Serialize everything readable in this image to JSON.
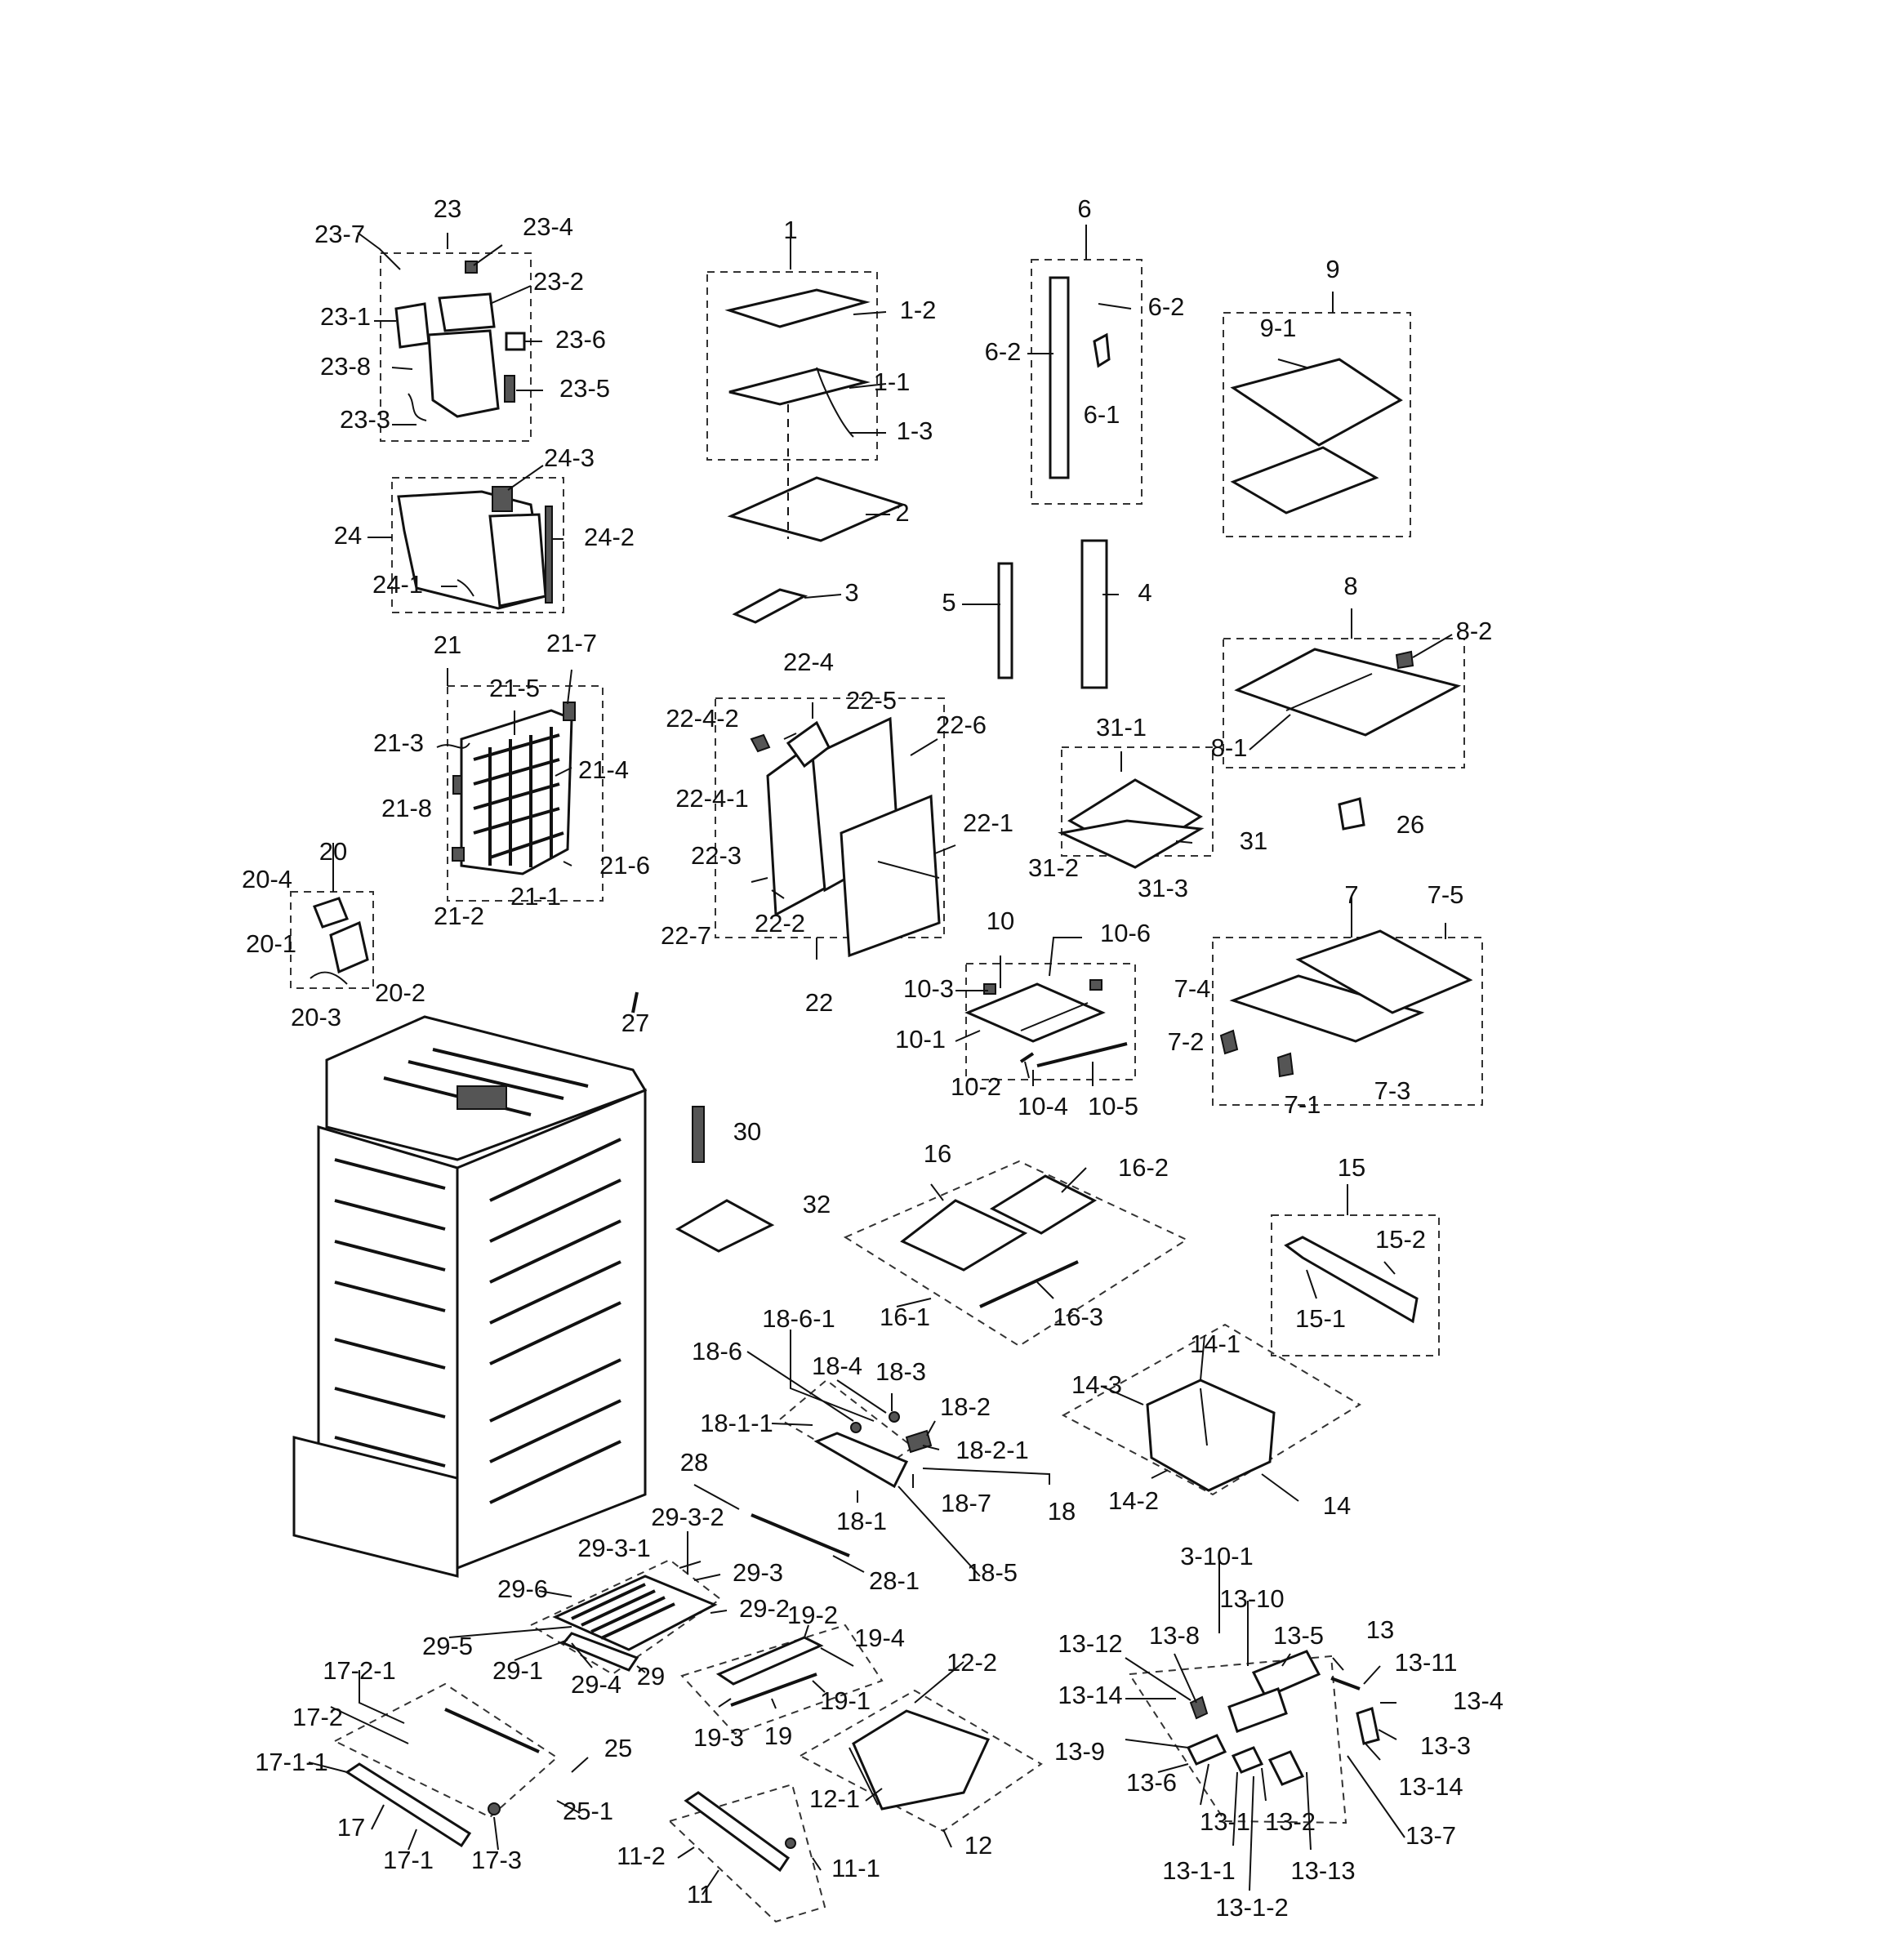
{
  "diagram": {
    "labels": [
      "23",
      "23-7",
      "23-4",
      "23-2",
      "23-1",
      "23-6",
      "23-8",
      "23-5",
      "23-3",
      "24-3",
      "24",
      "24-2",
      "24-1",
      "1",
      "1-2",
      "1-1",
      "1-3",
      "2",
      "3",
      "6",
      "6-2",
      "6-2",
      "6-1",
      "9",
      "9-1",
      "5",
      "4",
      "8",
      "8-2",
      "8-1",
      "21",
      "21-7",
      "21-5",
      "21-3",
      "21-4",
      "21-8",
      "21-6",
      "21-2",
      "21-1",
      "20",
      "20-4",
      "20-1",
      "20-2",
      "20-3",
      "22-4",
      "22-4-2",
      "22-5",
      "22-6",
      "22-4-1",
      "22-1",
      "22-3",
      "22-7",
      "22-2",
      "22",
      "31-1",
      "31",
      "31-2",
      "31-3",
      "26",
      "7",
      "7-5",
      "10",
      "10-6",
      "10-3",
      "7-4",
      "7-2",
      "10-1",
      "10-2",
      "10-4",
      "10-5",
      "7-1",
      "7-3",
      "27",
      "30",
      "32",
      "16",
      "16-2",
      "16-1",
      "16-3",
      "15",
      "15-2",
      "15-1",
      "18-6-1",
      "18-6",
      "18-4",
      "18-3",
      "18-2",
      "18-1-1",
      "18-2-1",
      "18-7",
      "18",
      "18-1",
      "18-5",
      "14-1",
      "14-3",
      "14-2",
      "14",
      "28",
      "28-1",
      "29-3-2",
      "29-3-1",
      "29-3",
      "29-6",
      "29-2",
      "29-5",
      "29-1",
      "29-4",
      "29",
      "19-2",
      "19-4",
      "19-1",
      "19-3",
      "19",
      "3-10-1",
      "13-10",
      "13",
      "13-8",
      "13-5",
      "13-12",
      "13-11",
      "13-14",
      "13-4",
      "13-3",
      "13-9",
      "13-6",
      "13-14",
      "13-1",
      "13-2",
      "13-7",
      "13-1-1",
      "13-13",
      "13-1-2",
      "17-2-1",
      "17-2",
      "17-1-1",
      "17",
      "17-1",
      "17-3",
      "25",
      "25-1",
      "12-2",
      "12-1",
      "12",
      "11-2",
      "11",
      "11-1"
    ]
  }
}
